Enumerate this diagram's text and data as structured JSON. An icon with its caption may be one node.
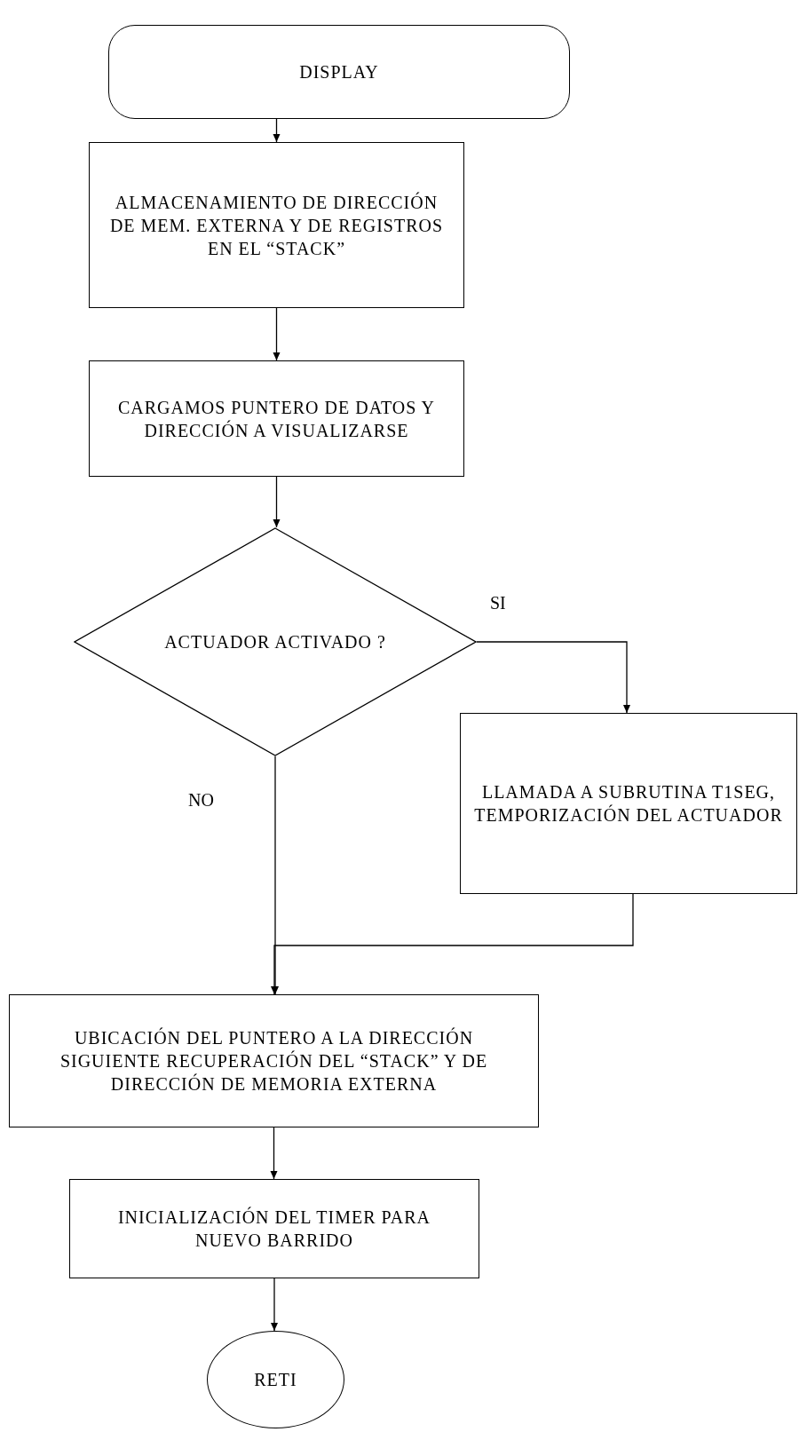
{
  "diagram": {
    "nodes": [
      {
        "text": [
          "DISPLAY"
        ]
      },
      {
        "text": [
          "ALMACENAMIENTO DE DIRECCIÓN DE MEM. EXTERNA Y DE REGISTROS EN EL “STACK”"
        ]
      },
      {
        "text": [
          "CARGAMOS PUNTERO DE DATOS Y DIRECCIÓN A VISUALIZARSE"
        ]
      },
      {
        "text": [
          "ACTUADOR ACTIVADO ?"
        ]
      },
      {
        "text": [
          "LLAMADA A SUBRUTINA T1SEG, TEMPORIZACIÓN DEL ACTUADOR"
        ]
      },
      {
        "text": [
          "UBICACIÓN DEL PUNTERO A LA DIRECCIÓN SIGUIENTE RECUPERACIÓN DEL “STACK” Y DE DIRECCIÓN DE MEMORIA EXTERNA"
        ]
      },
      {
        "text": [
          "INICIALIZACIÓN DEL TIMER PARA NUEVO BARRIDO"
        ]
      },
      {
        "text": [
          "RETI"
        ]
      }
    ],
    "edges": [
      {
        "from": 0,
        "to": 1,
        "arrow": "to"
      },
      {
        "from": 1,
        "to": 2,
        "arrow": "to"
      },
      {
        "from": 2,
        "to": 3,
        "arrow": "to"
      },
      {
        "from": 3,
        "to": 4,
        "arrow": "to",
        "label": "SI"
      },
      {
        "from": 3,
        "to": 5,
        "arrow": "to",
        "label": "NO"
      },
      {
        "from": 4,
        "to": 5,
        "arrow": "to"
      },
      {
        "from": 5,
        "to": 6,
        "arrow": "to"
      },
      {
        "from": 6,
        "to": 7,
        "arrow": "to"
      }
    ]
  }
}
